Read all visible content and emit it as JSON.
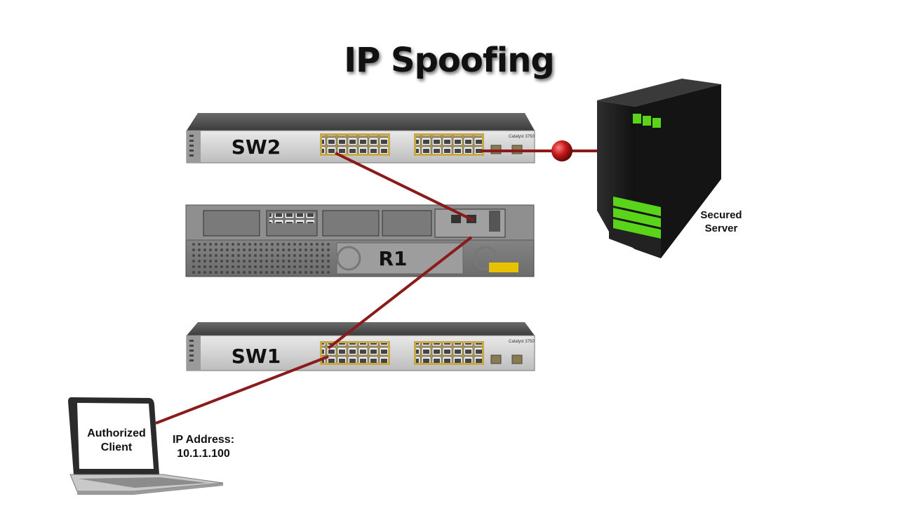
{
  "title": "IP Spoofing",
  "devices": {
    "sw2": {
      "label": "SW2",
      "model": "Catalyst 3750"
    },
    "r1": {
      "label": "R1"
    },
    "sw1": {
      "label": "SW1",
      "model": "Catalyst 3750"
    },
    "server": {
      "label_line1": "Secured",
      "label_line2": "Server"
    },
    "client": {
      "label_line1": "Authorized",
      "label_line2": "Client"
    }
  },
  "client_ip": {
    "label": "IP Address:",
    "value": "10.1.1.100"
  },
  "colors": {
    "link": "#8b1a1a",
    "server_body": "#1c1c1c",
    "server_led": "#59d41b",
    "marker": "#b01515"
  },
  "icons": [
    "switch-icon",
    "router-icon",
    "server-icon",
    "laptop-icon",
    "connection-marker-icon"
  ]
}
